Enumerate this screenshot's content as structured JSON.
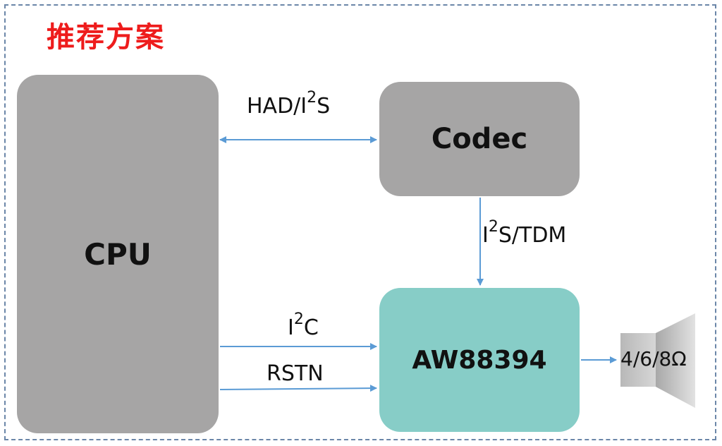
{
  "title": "推荐方案",
  "blocks": {
    "cpu": "CPU",
    "codec": "Codec",
    "amp": "AW88394"
  },
  "links": {
    "cpu_codec": {
      "base": "HAD/I",
      "sup": "2",
      "tail": "S"
    },
    "codec_amp": {
      "base": "I",
      "sup": "2",
      "tail": "S/TDM"
    },
    "i2c": {
      "base": "I",
      "sup": "2",
      "tail": "C"
    },
    "rstn": "RSTN"
  },
  "speaker": {
    "impedance": "4/6/8Ω"
  },
  "colors": {
    "title": "#ee1c1c",
    "block_gray": "#a6a5a5",
    "amp_teal": "#87cdc7",
    "wire": "#5b9bd5",
    "frame": "#6b86a8"
  }
}
